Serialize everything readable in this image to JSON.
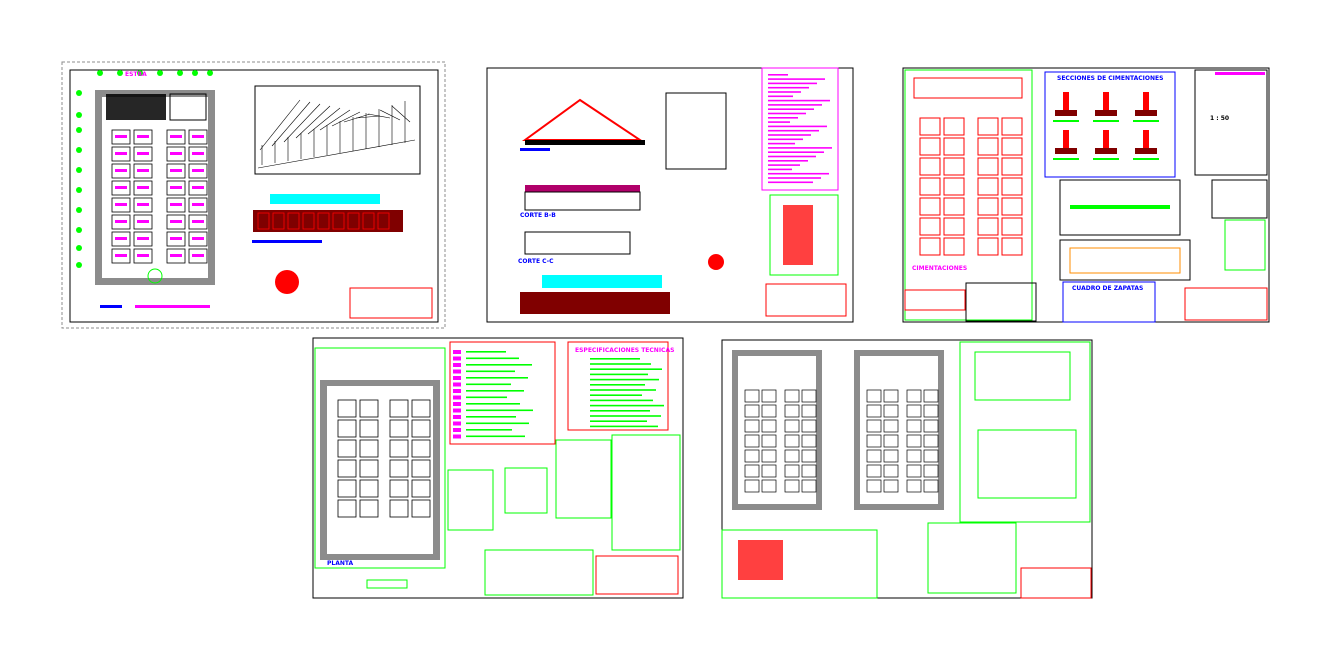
{
  "sheets": {
    "sheet1": {
      "title": "ESTRA",
      "footer": "",
      "legend": ""
    },
    "sheet2": {
      "section_b": "CORTE B-B",
      "section_c": "CORTE C-C"
    },
    "sheet3": {
      "foundations_label": "CIMENTACIONES",
      "sections_title": "SECCIONES DE CIMENTACIONES",
      "footings_title": "CUADRO DE ZAPATAS",
      "scale": "1 : 50"
    },
    "sheet4": {
      "plan_label": "PLANTA",
      "specs_title": "ESPECIFICACIONES TECNICAS"
    },
    "sheet5": {}
  },
  "colors": {
    "red": "#ff0000",
    "green": "#00ff00",
    "magenta": "#ff00ff",
    "cyan": "#00ffff",
    "blue": "#0000ff",
    "yellow": "#ffff00",
    "dark": "#000000",
    "gray": "#8c8c8c",
    "darkred": "#800000"
  }
}
